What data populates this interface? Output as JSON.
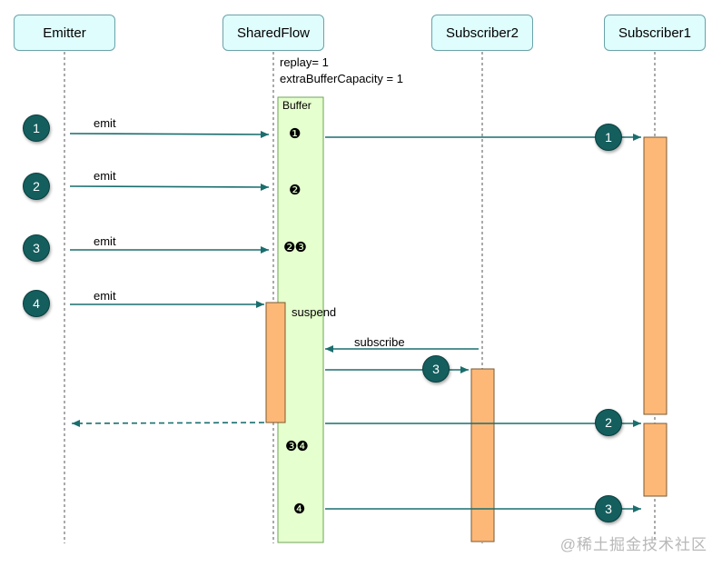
{
  "participants": {
    "emitter": "Emitter",
    "sharedflow": "SharedFlow",
    "subscriber2": "Subscriber2",
    "subscriber1": "Subscriber1"
  },
  "config": {
    "replay": "replay= 1",
    "extra_buffer": "extraBufferCapacity = 1"
  },
  "buffer": {
    "title": "Buffer",
    "slot1": "❶",
    "slot2": "❷",
    "slot3": "❷❸",
    "slot4": "❸❹",
    "slot5": "❹"
  },
  "emitter_steps": [
    "1",
    "2",
    "3",
    "4"
  ],
  "emit_label": "emit",
  "suspend_label": "suspend",
  "subscribe_label": "subscribe",
  "delivery_marks": {
    "sub1_first": "1",
    "sub2_first": "3",
    "sub1_second": "2",
    "sub1_third": "3"
  },
  "watermark": "@稀土掘金技术社区",
  "colors": {
    "arrow": "#1a6e6e",
    "activation": "#fdb877",
    "buffer_fill": "#e5ffce",
    "header_fill": "#dffdfd"
  }
}
